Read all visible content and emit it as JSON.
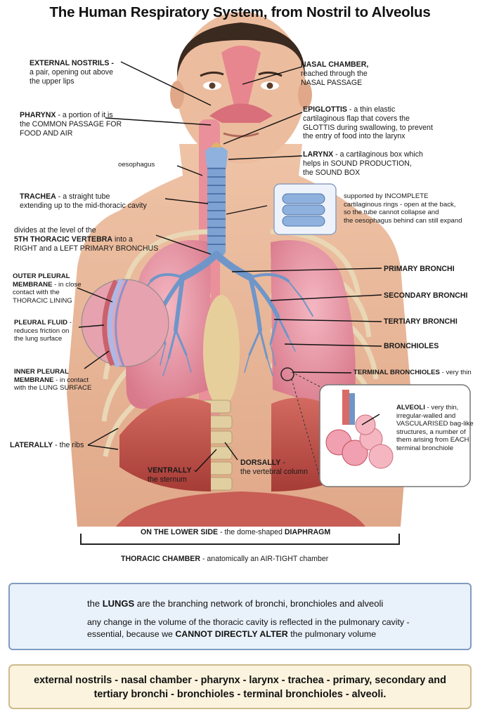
{
  "title": "The Human Respiratory System, from Nostril to Alveolus",
  "labels": {
    "external_nostrils": {
      "head": "EXTERNAL NOSTRILS -",
      "l1": "a pair, opening out above",
      "l2": "the upper lips"
    },
    "nasal_chamber": {
      "head": "NASAL CHAMBER,",
      "l1": "reached through the",
      "l2": "NASAL PASSAGE"
    },
    "pharynx": {
      "head": "PHARYNX",
      "t1": " - a portion of it is",
      "l2": "the COMMON PASSAGE FOR",
      "l3": "FOOD AND AIR"
    },
    "epiglottis": {
      "head": "EPIGLOTTIS",
      "t1": " - a thin elastic",
      "l2": "cartilaginous flap that covers the",
      "l3": "GLOTTIS during swallowing, to prevent",
      "l4": "the entry of food into the larynx"
    },
    "oesophagus": "oesophagus",
    "larynx": {
      "head": "LARYNX",
      "t1": " - a cartilaginous box which",
      "l2": "helps in SOUND PRODUCTION,",
      "l3": "the SOUND BOX"
    },
    "trachea": {
      "head": "TRACHEA",
      "t1": " - a straight tube",
      "l2": "extending up to the mid-thoracic cavity"
    },
    "rings": {
      "l1": "supported by INCOMPLETE",
      "l2": "cartilaginous rings - open at the back,",
      "l3": "so the tube cannot collapse and",
      "l4": "the oesophagus behind can still expand"
    },
    "divides": {
      "l1": "divides at the level of the",
      "head": "5TH THORACIC VERTEBRA",
      "t2": " into a",
      "l3": "RIGHT and a LEFT PRIMARY BRONCHUS"
    },
    "outer_pleural": {
      "head1": "OUTER PLEURAL",
      "head2": "MEMBRANE",
      "t2": " - in close",
      "l3": "contact with the",
      "l4": "THORACIC LINING"
    },
    "pleural_fluid": {
      "head": "PLEURAL FLUID",
      "t1": " -",
      "l2": "reduces friction on",
      "l3": "the lung surface"
    },
    "inner_pleural": {
      "head1": "INNER PLEURAL",
      "head2": "MEMBRANE",
      "t2": " - in contact",
      "l3": "with the LUNG SURFACE"
    },
    "primary_bronchi": "PRIMARY BRONCHI",
    "secondary_bronchi": "SECONDARY BRONCHI",
    "tertiary_bronchi": "TERTIARY BRONCHI",
    "bronchioles": "BRONCHIOLES",
    "terminal_bronchioles": {
      "head": "TERMINAL BRONCHIOLES",
      "t1": " - very thin"
    },
    "alveoli": {
      "head": "ALVEOLI",
      "t1": " - very thin,",
      "l2": "irregular-walled and",
      "l3": "VASCULARISED bag-like",
      "l4": "structures, a number of",
      "l5": "them arising from EACH",
      "l6": "terminal bronchiole"
    },
    "laterally": {
      "head": "LATERALLY",
      "t1": " - the ribs"
    },
    "ventrally": {
      "head": "VENTRALLY",
      "t1": " -",
      "l2": "the sternum"
    },
    "dorsally": {
      "head": "DORSALLY",
      "t1": " -",
      "l2": "the vertebral column"
    },
    "lower_side": {
      "head": "ON THE LOWER SIDE",
      "t1": " - the dome-shaped ",
      "head2": "DIAPHRAGM"
    },
    "thoracic_chamber": {
      "head": "THORACIC CHAMBER",
      "t1": " - anatomically an AIR-TIGHT chamber"
    }
  },
  "panel": {
    "p1_a": "the ",
    "p1_b": "LUNGS",
    "p1_c": " are the branching network of bronchi, bronchioles and alveoli",
    "p2_a": "any change in the volume of the thoracic cavity is reflected in the pulmonary cavity -",
    "p2_b": "essential, because we ",
    "p2_c": "CANNOT DIRECTLY ALTER",
    "p2_d": " the pulmonary volume"
  },
  "summary": {
    "l1": "external nostrils - nasal chamber - pharynx - larynx - trachea - primary, secondary and",
    "l2": "tertiary bronchi - bronchioles - terminal bronchioles - alveoli."
  },
  "colors": {
    "skin": "#e8b798",
    "lung": "#e99aa8",
    "bronchi": "#6f96c8",
    "diaphragm": "#c8554d",
    "panel": "#e9f1fa",
    "summary": "#fbf3de"
  }
}
